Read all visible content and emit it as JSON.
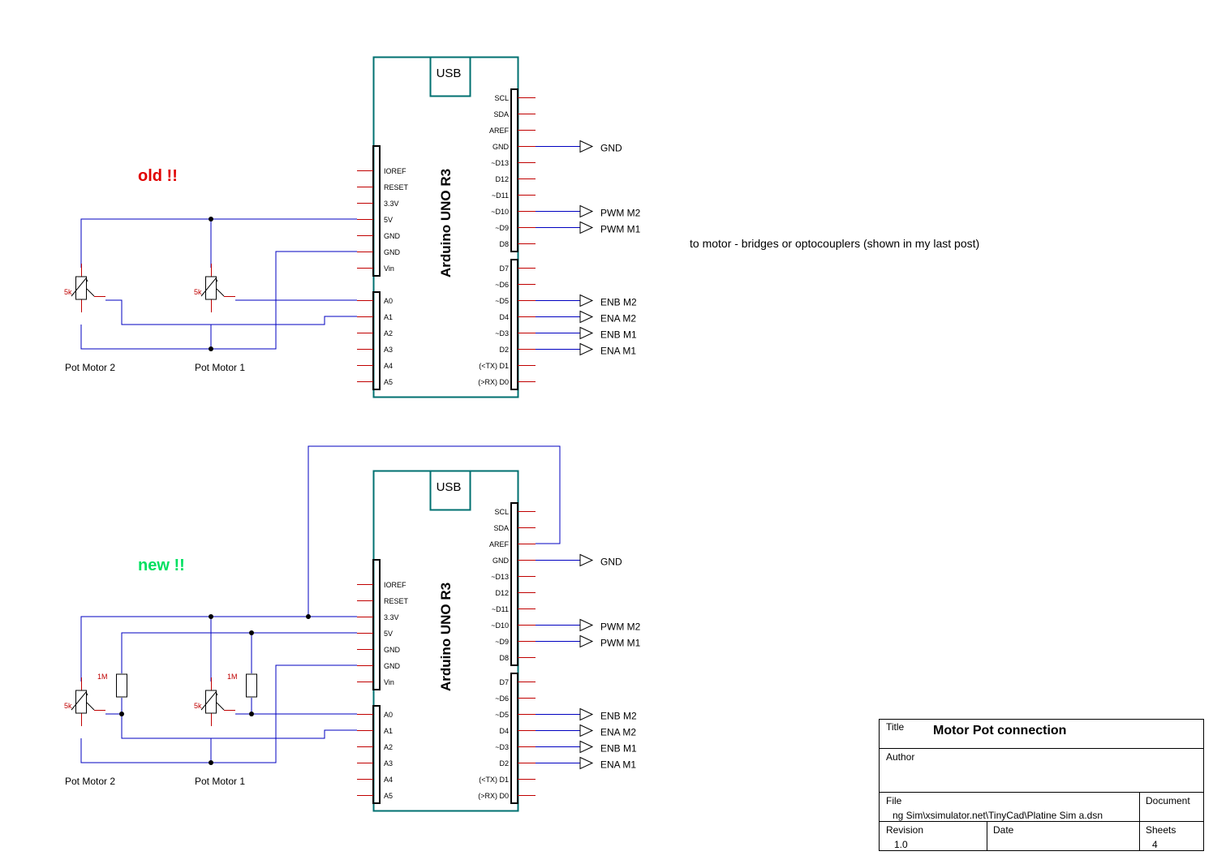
{
  "annotations": {
    "old": "old !!",
    "new": "new !!",
    "note": "to motor - bridges or optocouplers (shown in my last post)",
    "old_color": "#e00000",
    "new_color": "#00e060",
    "wire_color": "#0000c0",
    "box_color": "#007070"
  },
  "board": {
    "usb": "USB",
    "name": "Arduino UNO R3",
    "left_power_pins": [
      "IOREF",
      "RESET",
      "3.3V",
      "5V",
      "GND",
      "GND",
      "Vin"
    ],
    "left_analog_pins": [
      "A0",
      "A1",
      "A2",
      "A3",
      "A4",
      "A5"
    ],
    "right_upper_pins": [
      "SCL",
      "SDA",
      "AREF",
      "GND",
      "~D13",
      "D12",
      "~D11",
      "~D10",
      "~D9",
      "D8"
    ],
    "right_lower_pins": [
      "D7",
      "~D6",
      "~D5",
      "D4",
      "~D3",
      "D2",
      "(<TX) D1",
      "(>RX) D0"
    ]
  },
  "outputs": [
    "GND",
    "PWM M2",
    "PWM M1",
    "ENB M2",
    "ENA M2",
    "ENB M1",
    "ENA M1"
  ],
  "pots": {
    "motor2": "Pot Motor 2",
    "motor1": "Pot Motor 1",
    "value": "5k",
    "resistor_value": "1M"
  },
  "title_block": {
    "title_label": "Title",
    "title": "Motor Pot connection",
    "author_label": "Author",
    "file_label": "File",
    "file": "ng Sim\\xsimulator.net\\TinyCad\\Platine Sim a.dsn",
    "document_label": "Document",
    "revision_label": "Revision",
    "revision": "1.0",
    "date_label": "Date",
    "sheets_label": "Sheets",
    "sheets": "4"
  }
}
